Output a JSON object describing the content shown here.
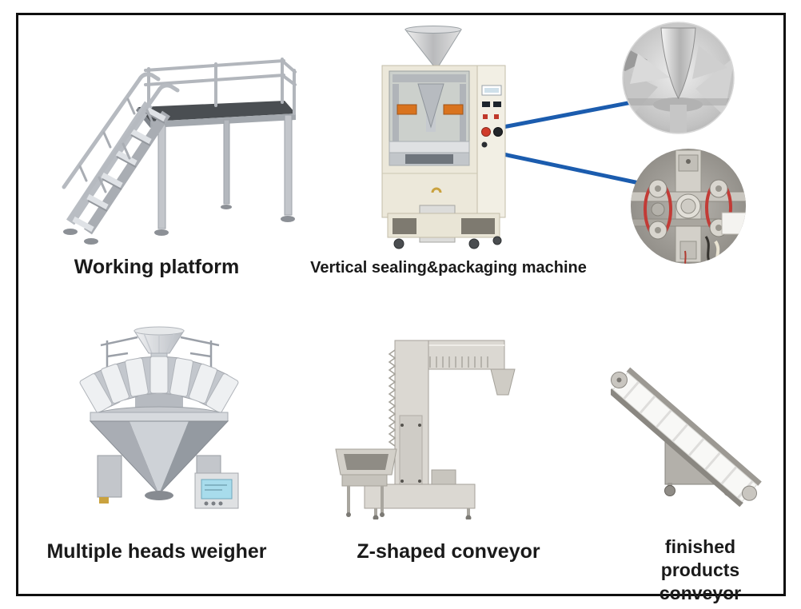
{
  "page": {
    "kind": "packaging-machinery component diagram",
    "background": "#ffffff"
  },
  "colors": {
    "frame_border": "#0f0f0f",
    "callout_line": "#1b5cae",
    "machine_body_beige": "#ece8da",
    "belt_ring_red": "#c23b36",
    "screen_blue": "#a8dcec",
    "foot_gold": "#caa23f",
    "label_text": "#1a1a1a"
  },
  "labels": {
    "working_platform": "Working platform",
    "vertical_machine": "Vertical sealing&packaging machine",
    "multihead_weigher": "Multiple heads weigher",
    "z_conveyor": "Z-shaped conveyor",
    "finished_conveyor": "finished products\nconveyor"
  },
  "figures": [
    {
      "name": "working-platform-photo"
    },
    {
      "name": "vertical-packaging-machine-photo"
    },
    {
      "name": "forming-tube-closeup-circle"
    },
    {
      "name": "sealing-jaws-closeup-circle"
    },
    {
      "name": "multihead-weigher-photo"
    },
    {
      "name": "z-shaped-conveyor-photo"
    },
    {
      "name": "finished-products-conveyor-photo"
    }
  ]
}
